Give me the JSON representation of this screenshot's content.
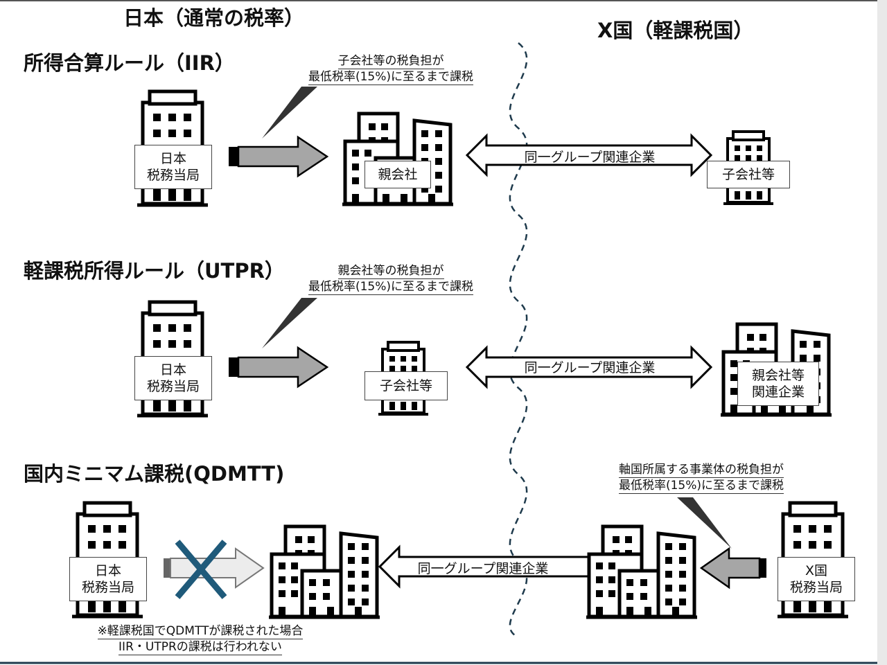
{
  "header": {
    "japan": "日本（通常の税率）",
    "country_x": "X国（軽課税国）"
  },
  "sections": [
    {
      "title": "所得合算ルール（IIR）",
      "note_line1": "子会社等の税負担が",
      "note_line2": "最低税率(15%)に至るまで課税",
      "authority_line1": "日本",
      "authority_line2": "税務当局",
      "japan_entity": "親会社",
      "relation": "同一グループ関連企業",
      "x_entity_line1": "子会社等"
    },
    {
      "title": "軽課税所得ルール（UTPR）",
      "note_line1": "親会社等の税負担が",
      "note_line2": "最低税率(15%)に至るまで課税",
      "authority_line1": "日本",
      "authority_line2": "税務当局",
      "japan_entity": "子会社等",
      "relation": "同一グループ関連企業",
      "x_entity_line1": "親会社等",
      "x_entity_line2": "関連企業"
    },
    {
      "title": "国内ミニマム課税(QDMTT)",
      "note_line1": "軸国所属する事業体の税負担が",
      "note_line2": "最低税率(15%)に至るまで課税",
      "authority_line1": "日本",
      "authority_line2": "税務当局",
      "relation": "同一グループ関連企業",
      "x_authority_line1": "X国",
      "x_authority_line2": "税務当局",
      "footnote_line1": "※軽課税国でQDMTTが課税された場合",
      "footnote_line2": "IIR・UTPRの課税は行われない"
    }
  ],
  "icons": [
    "building-icon",
    "double-arrow-icon",
    "arrow-right-icon",
    "arrow-left-icon",
    "cross-icon",
    "speech-pointer-icon"
  ],
  "colors": {
    "arrow_fill": "#a6a6a6",
    "arrow_light": "#ececec",
    "cross": "#1f5a7a",
    "border_line": "#1e3a4c"
  }
}
